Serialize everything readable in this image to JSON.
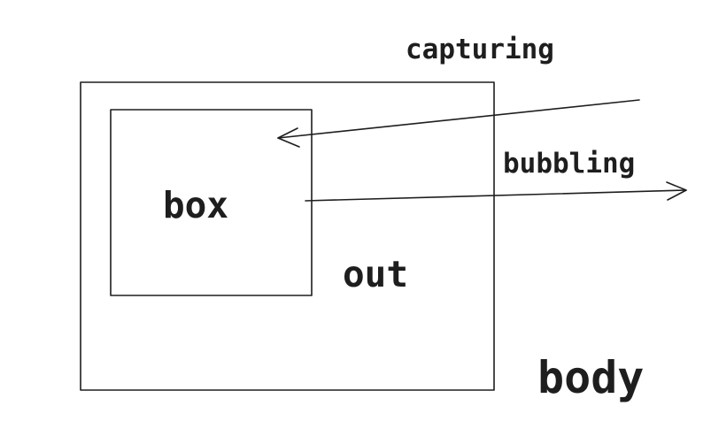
{
  "labels": {
    "capturing": "capturing",
    "bubbling": "bubbling",
    "box": "box",
    "out": "out",
    "body": "body"
  },
  "colors": {
    "ink": "#1e1e1e",
    "background": "#ffffff"
  }
}
